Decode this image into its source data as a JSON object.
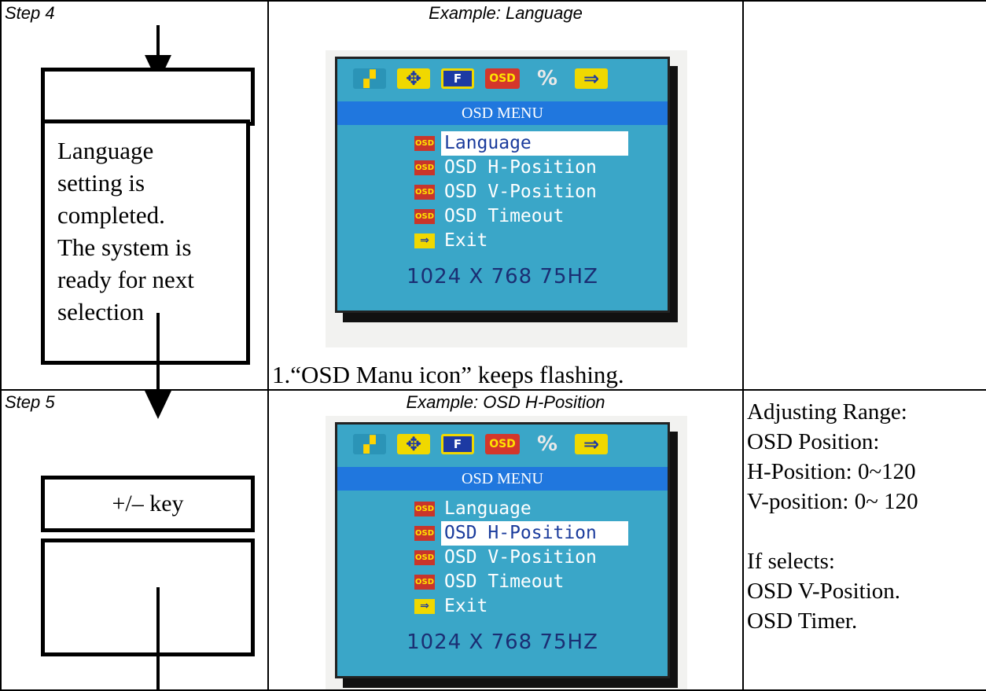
{
  "row1": {
    "step_label": "Step 4",
    "example_label": "Example: Language",
    "box_text_lines": [
      "Language",
      "setting is",
      "completed.",
      "The system is",
      "ready for next",
      "selection"
    ],
    "note": "1.“OSD Manu icon” keeps flashing.",
    "osd": {
      "title": "OSD MENU",
      "items": [
        {
          "icon": "osd-item-icon",
          "label": "Language",
          "selected": true
        },
        {
          "icon": "osd-item-icon",
          "label": "OSD H-Position",
          "selected": false
        },
        {
          "icon": "osd-item-icon",
          "label": "OSD V-Position",
          "selected": false
        },
        {
          "icon": "osd-item-icon",
          "label": "OSD Timeout",
          "selected": false
        },
        {
          "icon": "exit-icon",
          "label": "Exit",
          "selected": false
        }
      ],
      "resolution": "1024 X 768 75HZ"
    }
  },
  "row2": {
    "step_label": "Step 5",
    "example_label": "Example: OSD H-Position",
    "key_label": "+/– key",
    "osd": {
      "title": "OSD MENU",
      "items": [
        {
          "icon": "osd-item-icon",
          "label": "Language",
          "selected": false
        },
        {
          "icon": "osd-item-icon",
          "label": "OSD H-Position",
          "selected": true
        },
        {
          "icon": "osd-item-icon",
          "label": "OSD V-Position",
          "selected": false
        },
        {
          "icon": "osd-item-icon",
          "label": "OSD Timeout",
          "selected": false
        },
        {
          "icon": "exit-icon",
          "label": "Exit",
          "selected": false
        }
      ],
      "resolution": "1024 X 768 75HZ"
    },
    "range_lines": [
      "Adjusting Range:",
      "OSD Position:",
      "H-Position: 0~120",
      "V-position: 0~ 120",
      "",
      "If selects:",
      "OSD V-Position.",
      "OSD Timer."
    ]
  },
  "osd_icons": [
    "color-icon",
    "position-icon",
    "function-icon",
    "osd-icon",
    "percent-icon",
    "exit-icon"
  ],
  "osd_icon_glyphs": {
    "color": "▞",
    "position": "✥",
    "function": "F",
    "osd": "OSD",
    "percent": "%",
    "exit": "⇒"
  },
  "colors": {
    "osd_background": "#3aa6c8",
    "osd_title_bar": "#2077de",
    "selection": "#ffffff"
  }
}
